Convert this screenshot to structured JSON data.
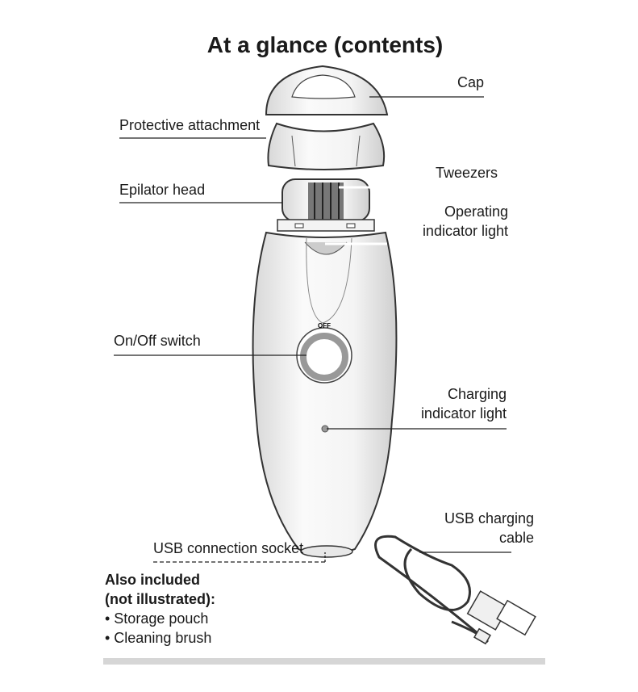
{
  "title": "At a glance (contents)",
  "labels": {
    "cap": "Cap",
    "protective_attachment": "Protective attachment",
    "tweezers": "Tweezers",
    "epilator_head": "Epilator head",
    "operating_light": [
      "Operating",
      "indicator light"
    ],
    "on_off_switch": "On/Off switch",
    "charging_light": [
      "Charging",
      "indicator light"
    ],
    "usb_cable": [
      "USB charging",
      "cable"
    ],
    "usb_socket": "USB connection socket",
    "switch_marking": "OFF"
  },
  "also_included": {
    "heading": [
      "Also included",
      "(not illustrated):"
    ],
    "items": [
      "• Storage pouch",
      "• Cleaning brush"
    ]
  }
}
